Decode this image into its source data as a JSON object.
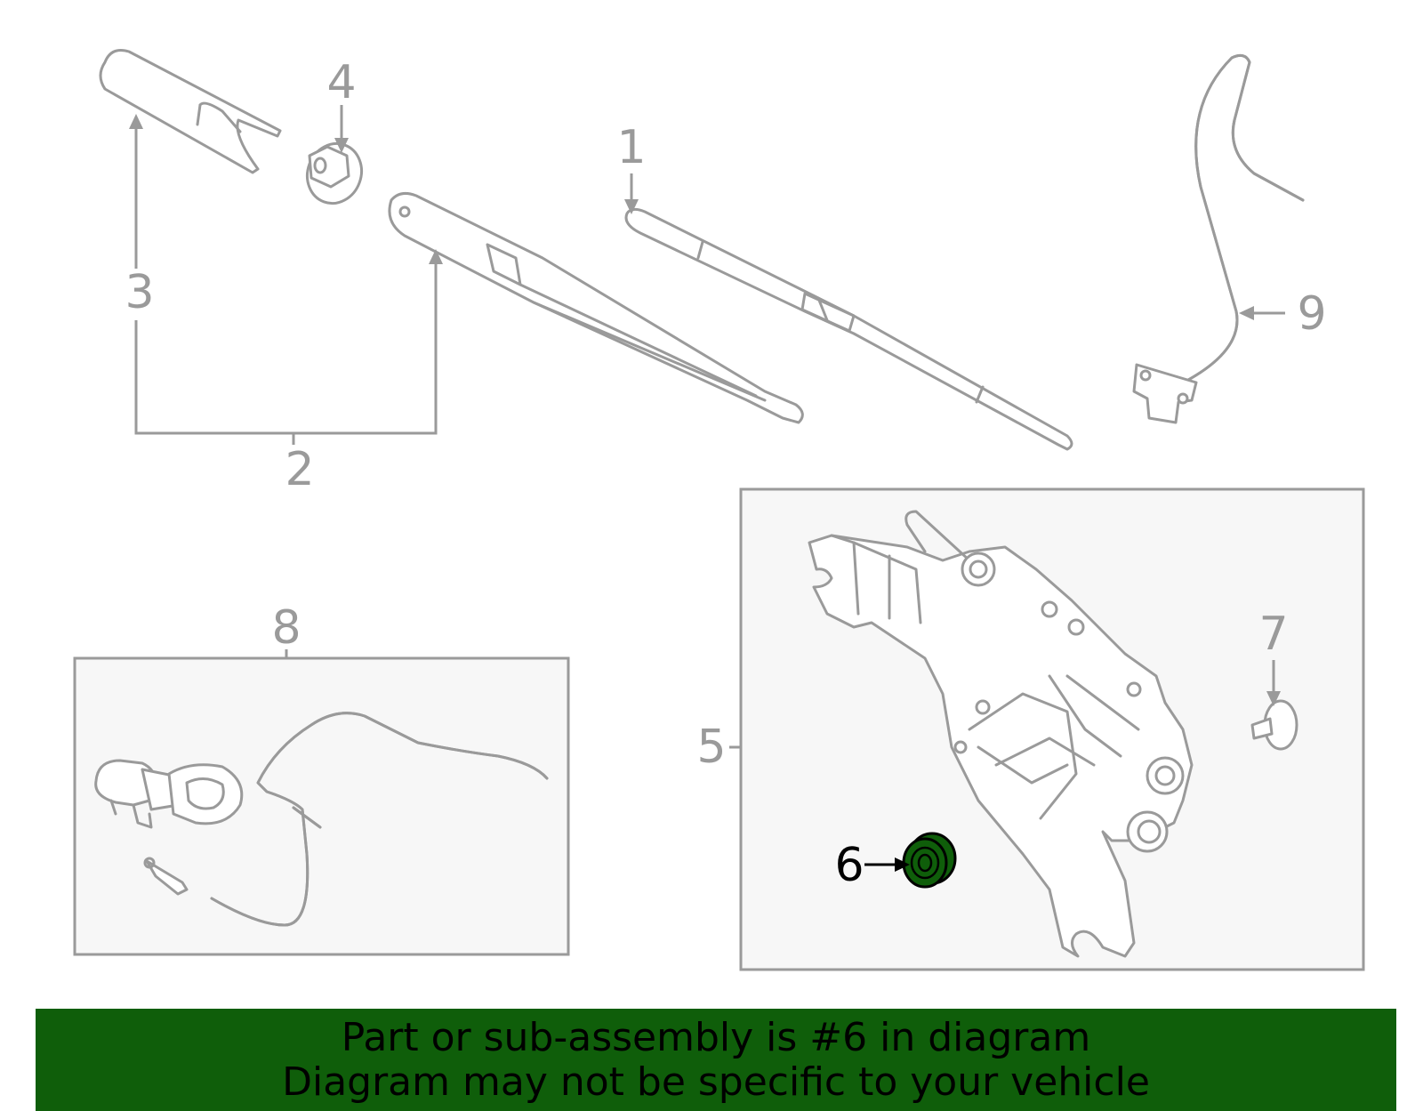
{
  "callouts": {
    "c1": "1",
    "c2": "2",
    "c3": "3",
    "c4": "4",
    "c5": "5",
    "c6": "6",
    "c7": "7",
    "c8": "8",
    "c9": "9"
  },
  "highlight": {
    "part": "6",
    "color": "#0f5e0a"
  },
  "banner": {
    "line1": "Part or sub-assembly is #6 in diagram",
    "line2": "Diagram may not be specific to your vehicle"
  }
}
